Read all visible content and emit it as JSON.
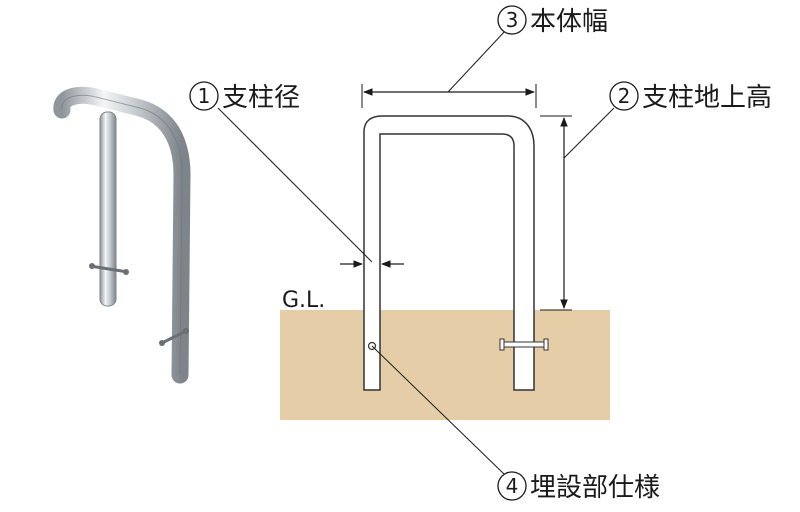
{
  "ground": {
    "label": "G.L.",
    "fill_color": "#e5cda7"
  },
  "pipe": {
    "fill_color": "#ffffff",
    "stroke_color": "#333333"
  },
  "photo": {
    "metal_light": "#f4f6f7",
    "metal_dark": "#8e959b"
  },
  "callouts": [
    {
      "num": "1",
      "text": "支柱径"
    },
    {
      "num": "2",
      "text": "支柱地上高"
    },
    {
      "num": "3",
      "text": "本体幅"
    },
    {
      "num": "4",
      "text": "埋設部仕様"
    }
  ]
}
